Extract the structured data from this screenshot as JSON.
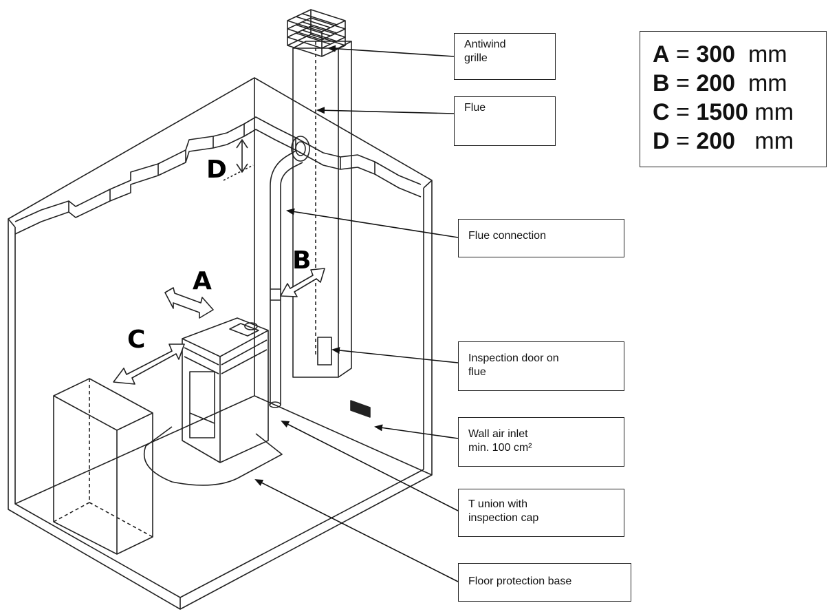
{
  "callouts": {
    "antiwind": [
      "Antiwind",
      "grille"
    ],
    "flue": [
      "Flue"
    ],
    "flue_connection": [
      "Flue connection"
    ],
    "inspection_door": [
      "Inspection door on",
      "flue"
    ],
    "wall_air_inlet": [
      "Wall air inlet",
      "min. 100 cm²"
    ],
    "t_union": [
      "T union with",
      "inspection cap"
    ],
    "floor_base": [
      "Floor protection base"
    ]
  },
  "dimension_labels": {
    "a": "A",
    "b": "B",
    "c": "C",
    "d": "D"
  },
  "legend": [
    {
      "key": "A",
      "eq": "=",
      "value": "300",
      "unit": "mm"
    },
    {
      "key": "B",
      "eq": "=",
      "value": "200",
      "unit": "mm"
    },
    {
      "key": "C",
      "eq": "=",
      "value": "1500",
      "unit": "mm"
    },
    {
      "key": "D",
      "eq": "=",
      "value": "200",
      "unit": "mm"
    }
  ]
}
